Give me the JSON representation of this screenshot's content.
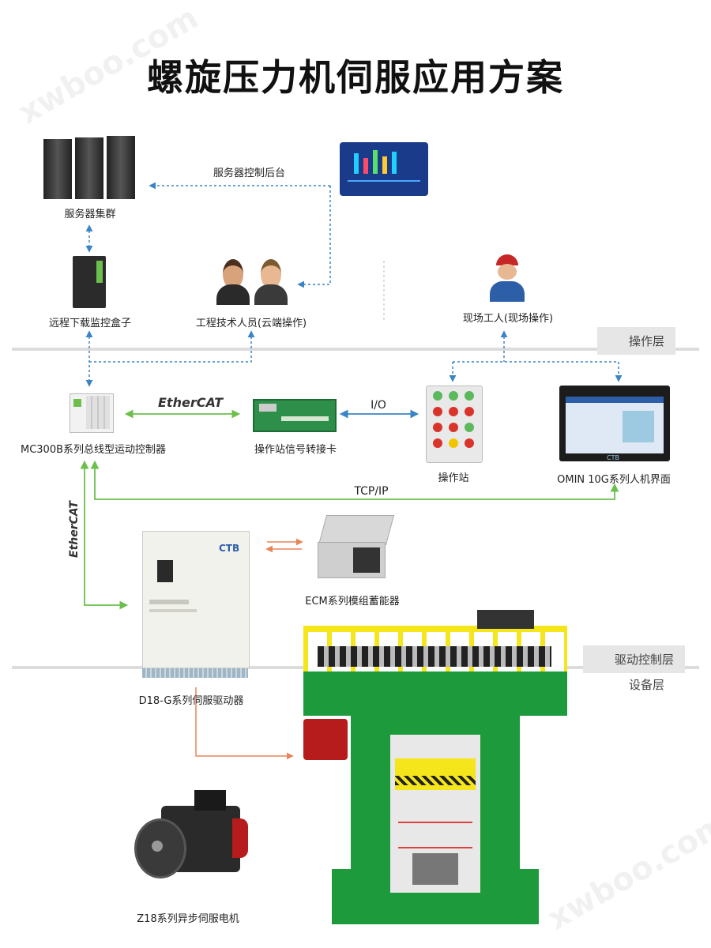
{
  "title": "螺旋压力机伺服应用方案",
  "watermark": "xwboo.com",
  "layers": {
    "operation": "操作层",
    "drive_control": "驱动控制层",
    "equipment": "设备层"
  },
  "nodes": {
    "server_cluster": "服务器集群",
    "server_backend": "服务器控制后台",
    "remote_box": "远程下载监控盒子",
    "engineers": "工程技术人员(云端操作)",
    "field_worker": "现场工人(现场操作)",
    "controller": "MC300B系列总线型运动控制器",
    "signal_card": "操作站信号转接卡",
    "operator_station": "操作站",
    "hmi": "OMIN 10G系列人机界面",
    "drive": "D18-G系列伺服驱动器",
    "ecm": "ECM系列模组蓄能器",
    "motor": "Z18系列异步伺服电机"
  },
  "links": {
    "ethercat_h": "EtherCAT",
    "ethercat_v": "EtherCAT",
    "io": "I/O",
    "tcpip": "TCP/IP"
  },
  "brand": "CTB",
  "colors": {
    "green_link": "#6cbf4c",
    "blue_link": "#3a84c6",
    "orange_link": "#e8835a",
    "press_green": "#1d9a3c",
    "press_yellow": "#f5e51b"
  }
}
